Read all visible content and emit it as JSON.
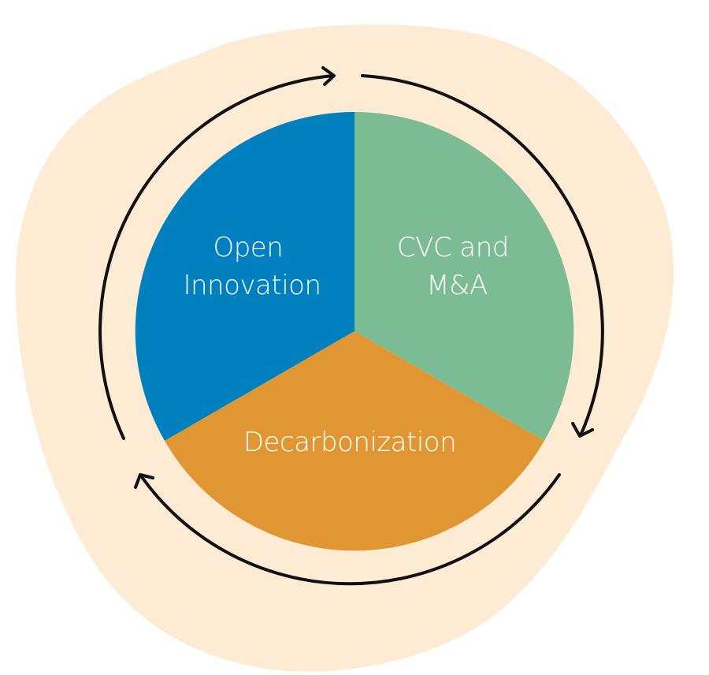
{
  "diagram": {
    "segments": [
      {
        "id": "open-innovation",
        "lines": [
          "Open",
          "Innovation"
        ],
        "color": "#0080BF"
      },
      {
        "id": "cvc-ma",
        "lines": [
          "CVC and",
          "M&A"
        ],
        "color": "#7BBC94"
      },
      {
        "id": "decarbonization",
        "lines": [
          "Decarbonization"
        ],
        "color": "#E09733"
      }
    ],
    "background_color": "#FDEBD4",
    "cycle_color": "#111111",
    "cycle_direction": "clockwise"
  }
}
